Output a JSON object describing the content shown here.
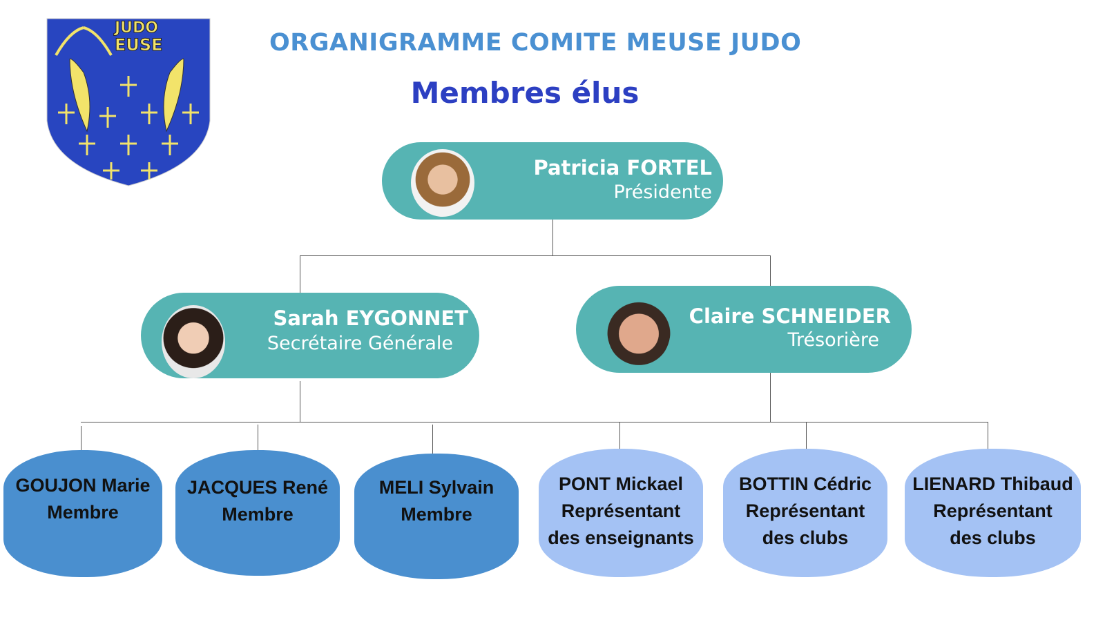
{
  "logo": {
    "text_top": "JUDO",
    "text_bottom": "EUSE"
  },
  "header": {
    "title": "ORGANIGRAMME COMITE MEUSE JUDO",
    "subtitle": "Membres élus"
  },
  "colors": {
    "teal": "#56b4b3",
    "member": "#4a8fcf",
    "representative": "#a4c2f4",
    "title": "#4a90d2",
    "subtitle": "#2c3fc2"
  },
  "president": {
    "name": "Patricia FORTEL",
    "role": "Présidente"
  },
  "secretary": {
    "name": "Sarah EYGONNET",
    "role": "Secrétaire Générale"
  },
  "treasurer": {
    "name": "Claire SCHNEIDER",
    "role": "Trésorière"
  },
  "members": [
    {
      "name": "GOUJON Marie",
      "role_lines": [
        "Membre"
      ]
    },
    {
      "name": "JACQUES René",
      "role_lines": [
        "Membre"
      ]
    },
    {
      "name": "MELI Sylvain",
      "role_lines": [
        "Membre"
      ]
    },
    {
      "name": "PONT Mickael",
      "role_lines": [
        "Représentant",
        "des enseignants"
      ]
    },
    {
      "name": "BOTTIN Cédric",
      "role_lines": [
        "Représentant",
        "des clubs"
      ]
    },
    {
      "name": "LIENARD Thibaud",
      "role_lines": [
        "Représentant",
        "des clubs"
      ]
    }
  ]
}
